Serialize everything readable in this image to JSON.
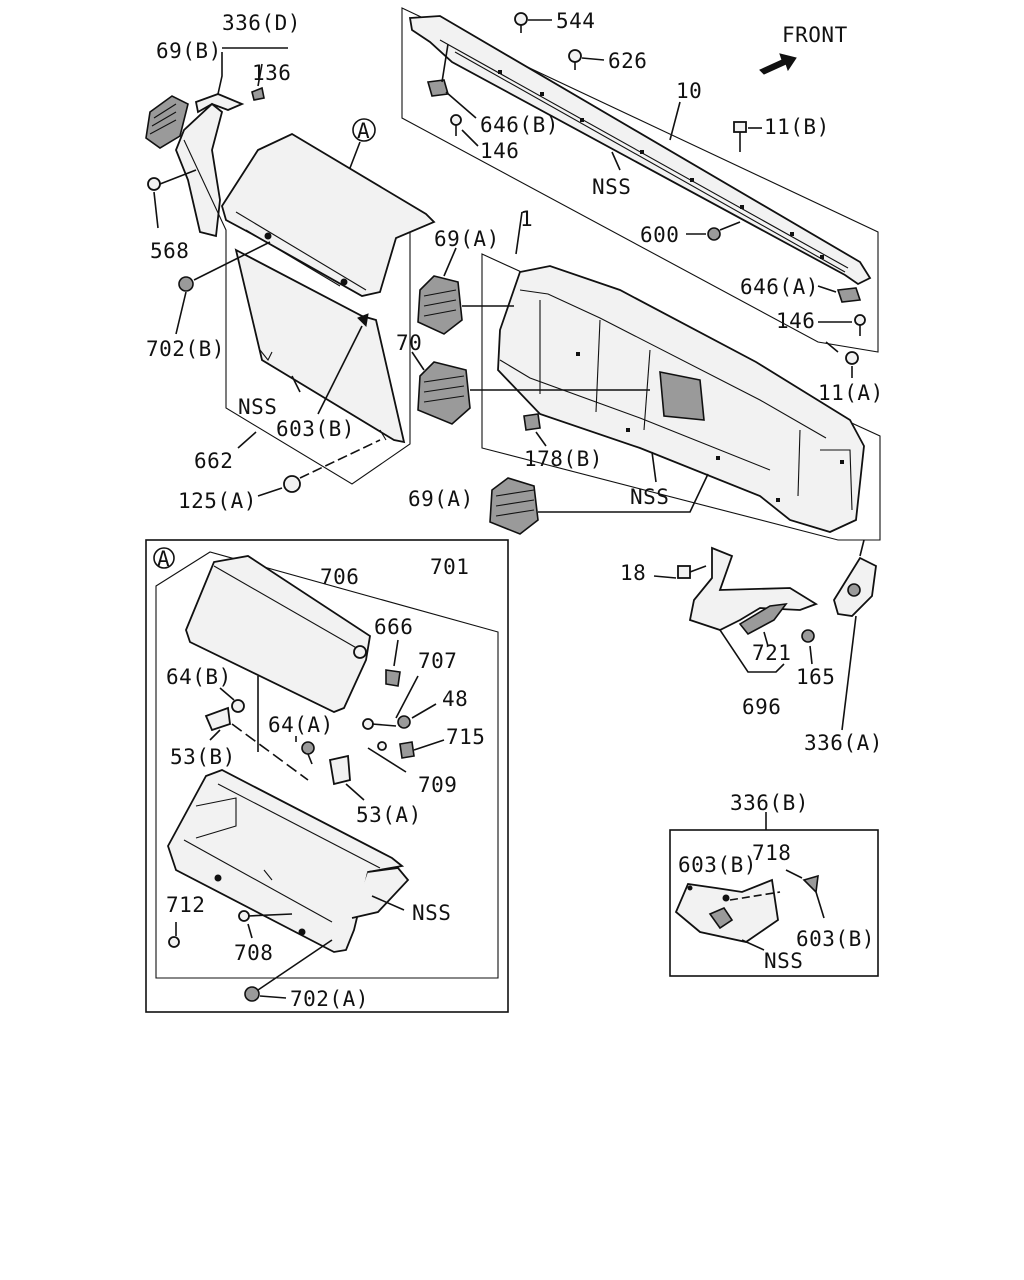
{
  "diagram": {
    "front_label": "FRONT",
    "callouts": {
      "c336d": "336(D)",
      "c69b": "69(B)",
      "c136": "136",
      "c568": "568",
      "c702b": "702(B)",
      "cNss1": "NSS",
      "c603b_top": "603(B)",
      "c662": "662",
      "c125a": "125(A)",
      "cA_top": "A",
      "c544": "544",
      "c626": "626",
      "c646b": "646(B)",
      "c146_top": "146",
      "c10": "10",
      "c11b": "11(B)",
      "cNss2": "NSS",
      "c600": "600",
      "c646a": "646(A)",
      "c146_right": "146",
      "c11a": "11(A)",
      "c1": "1",
      "c69a_top": "69(A)",
      "c70": "70",
      "c178b": "178(B)",
      "cNss3": "NSS",
      "c69a_bottom": "69(A)",
      "c18": "18",
      "c721": "721",
      "c165": "165",
      "c696": "696",
      "c336a": "336(A)",
      "cA_box": "A",
      "c706": "706",
      "c701": "701",
      "c666": "666",
      "c707": "707",
      "c64b": "64(B)",
      "c48": "48",
      "c64a": "64(A)",
      "c715": "715",
      "c53b": "53(B)",
      "c709": "709",
      "c53a": "53(A)",
      "c712": "712",
      "cNss4": "NSS",
      "c708": "708",
      "c702a": "702(A)",
      "c336b": "336(B)",
      "c718": "718",
      "c603b_l": "603(B)",
      "c603b_r": "603(B)",
      "cNss5": "NSS"
    }
  }
}
